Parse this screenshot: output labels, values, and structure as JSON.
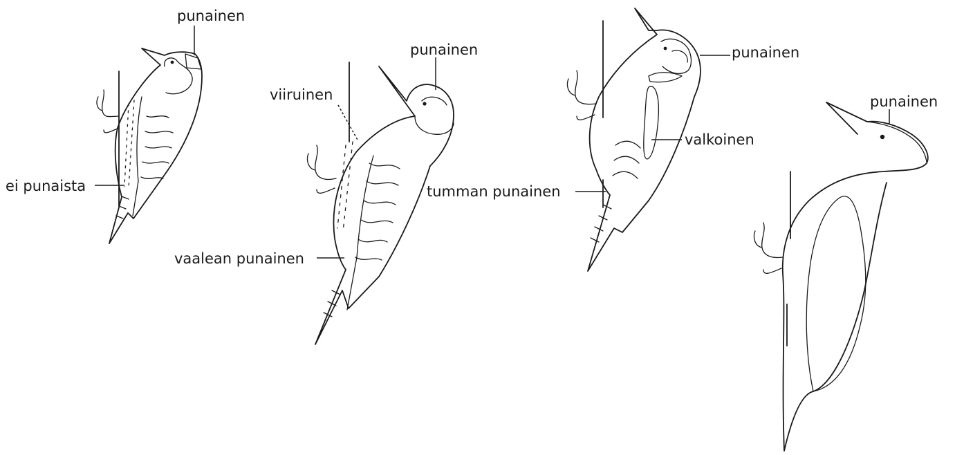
{
  "labels": {
    "bird1_head": "punainen",
    "bird1_belly": "ei punaista",
    "bird2_head": "punainen",
    "bird2_breast": "viiruinen",
    "bird2_vent": "vaalean punainen",
    "bird3_nape": "punainen",
    "bird3_back": "valkoinen",
    "bird3_vent": "tumman punainen",
    "bird4_crown": "punainen"
  },
  "colors": {
    "ink": "#1a1a1a",
    "background": "#ffffff"
  }
}
